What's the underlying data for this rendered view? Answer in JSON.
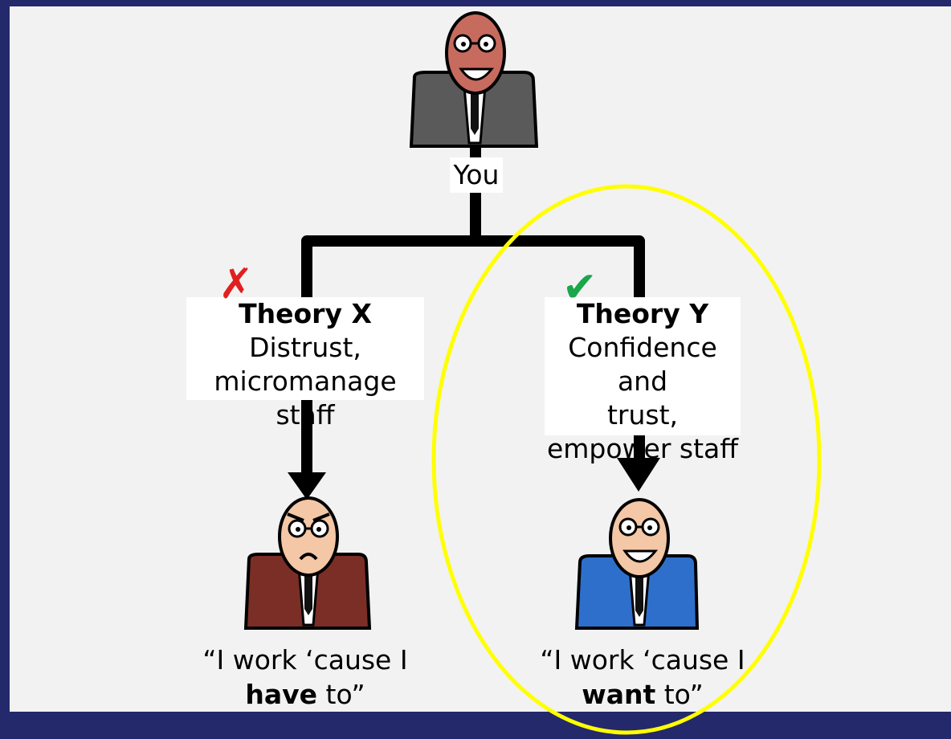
{
  "you_label": "You",
  "theory_x": {
    "title": "Theory X",
    "lines": [
      "Distrust,",
      "micromanage staff"
    ],
    "quote_pre": "“I work ‘cause I",
    "quote_bold": "have",
    "quote_post": " to”",
    "mark": "✗"
  },
  "theory_y": {
    "title": "Theory Y",
    "lines": [
      "Confidence and",
      "trust,",
      "empower staff"
    ],
    "quote_pre": "“I work ‘cause I",
    "quote_bold": "want",
    "quote_post": " to”",
    "mark": "✔"
  },
  "colors": {
    "background": "#24296b",
    "panel": "#f2f2f2",
    "highlight": "#ffff00",
    "x_mark": "#e02020",
    "y_mark": "#1aa64b",
    "manager_suit": "#5a5a5a",
    "x_suit": "#7a2e26",
    "y_suit": "#2f6fcc"
  }
}
